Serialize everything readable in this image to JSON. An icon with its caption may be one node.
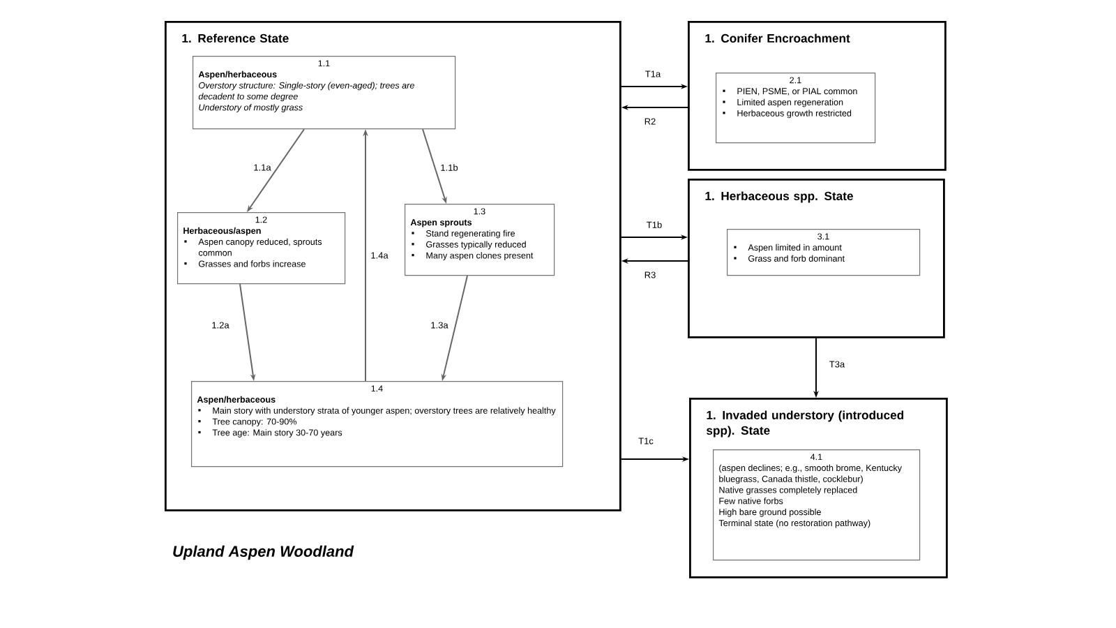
{
  "diagram": {
    "nodes": [
      {
        "text": [
          "1. Reference State"
        ]
      },
      {
        "text": [
          "1.1",
          "Aspen/herbaceous",
          "Overstory structure: Single-story (even-aged); trees are decadent to some degree",
          "Understory of mostly grass"
        ],
        "in": 0
      },
      {
        "text": [
          "1.2",
          "Herbaceous/aspen",
          "Aspen canopy reduced, sprouts common",
          "Grasses and forbs increase"
        ],
        "in": 0
      },
      {
        "text": [
          "1.3",
          "Aspen sprouts",
          "Stand regenerating fire",
          "Grasses typically reduced",
          "Many aspen clones present"
        ],
        "in": 0
      },
      {
        "text": [
          "1.4",
          "Aspen/herbaceous",
          "Main story with understory strata of younger aspen; overstory trees are relatively healthy",
          "Tree canopy: 70-90%",
          "Tree age: Main story 30-70 years"
        ],
        "in": 0
      },
      {
        "text": [
          "1. Conifer Encroachment"
        ]
      },
      {
        "text": [
          "2.1",
          "PIEN, PSME, or PIAL common",
          "Limited aspen regeneration",
          "Herbaceous growth restricted"
        ],
        "in": 5
      },
      {
        "text": [
          "1. Herbaceous spp. State"
        ]
      },
      {
        "text": [
          "3.1",
          "Aspen limited in amount",
          "Grass and forb dominant"
        ],
        "in": 7
      },
      {
        "text": [
          "1. Invaded understory (introduced spp). State"
        ]
      },
      {
        "text": [
          "4.1",
          "(aspen declines; e.g., smooth brome, Kentucky bluegrass, Canada thistle, cocklebur)",
          "Native grasses completely replaced",
          "Few native forbs",
          "High bare ground possible",
          "Terminal state (no restoration pathway)"
        ],
        "in": 9
      }
    ],
    "edges": [
      {
        "from": 1,
        "to": 2,
        "arrow": "to",
        "label": "1.1a",
        "color": "#666666"
      },
      {
        "from": 1,
        "to": 3,
        "arrow": "to",
        "label": "1.1b",
        "color": "#666666"
      },
      {
        "from": 2,
        "to": 4,
        "arrow": "to",
        "label": "1.2a",
        "color": "#666666"
      },
      {
        "from": 3,
        "to": 4,
        "arrow": "to",
        "label": "1.3a",
        "color": "#666666"
      },
      {
        "from": 4,
        "to": 1,
        "arrow": "to",
        "label": "1.4a",
        "color": "#666666"
      },
      {
        "from": 0,
        "to": 5,
        "arrow": "to",
        "label": "T1a"
      },
      {
        "from": 5,
        "to": 0,
        "arrow": "to",
        "label": "R2"
      },
      {
        "from": 0,
        "to": 7,
        "arrow": "to",
        "label": "T1b"
      },
      {
        "from": 7,
        "to": 0,
        "arrow": "to",
        "label": "R3"
      },
      {
        "from": 7,
        "to": 9,
        "arrow": "to",
        "label": "T3a"
      },
      {
        "from": 0,
        "to": 9,
        "arrow": "to",
        "label": "T1c"
      }
    ],
    "caption": "Upland Aspen Woodland"
  }
}
